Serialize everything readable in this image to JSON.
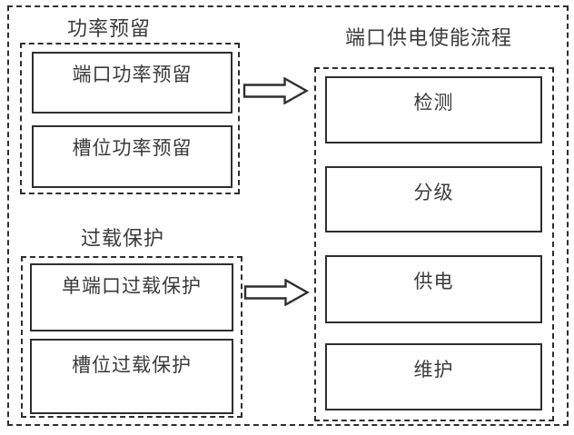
{
  "figure": {
    "colors": {
      "background": "#ffffff",
      "line": "#2f2f2f",
      "text": "#3b3b3b"
    },
    "groups": [
      {
        "id": "power-reservation",
        "title": "功率预留",
        "items": [
          "端口功率预留",
          "槽位功率预留"
        ]
      },
      {
        "id": "overload-protection",
        "title": "过载保护",
        "items": [
          "单端口过载保护",
          "槽位过载保护"
        ]
      },
      {
        "id": "port-power-enable-flow",
        "title": "端口供电使能流程",
        "items": [
          "检测",
          "分级",
          "供电",
          "维护"
        ]
      }
    ],
    "arrows": [
      {
        "from": "power-reservation",
        "to": "port-power-enable-flow",
        "direction": "right"
      },
      {
        "from": "overload-protection",
        "to": "port-power-enable-flow",
        "direction": "right"
      }
    ]
  }
}
